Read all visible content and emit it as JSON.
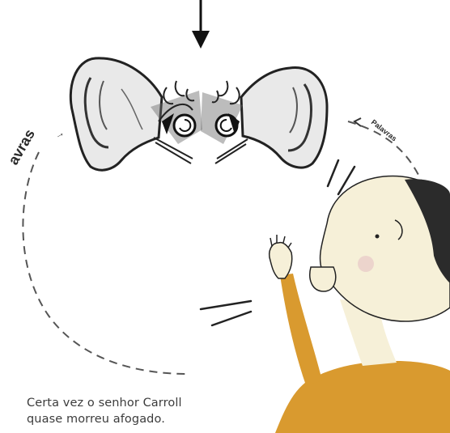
{
  "labels": {
    "left_words": "avras",
    "right_words": "Palavras"
  },
  "caption": {
    "line1": "Certa vez o senhor Carroll",
    "line2": "quase morreu afogado."
  },
  "colors": {
    "shirt": "#d99a2f",
    "skin": "#f6f0d8",
    "hair": "#2b2b2b",
    "ink": "#222222"
  }
}
